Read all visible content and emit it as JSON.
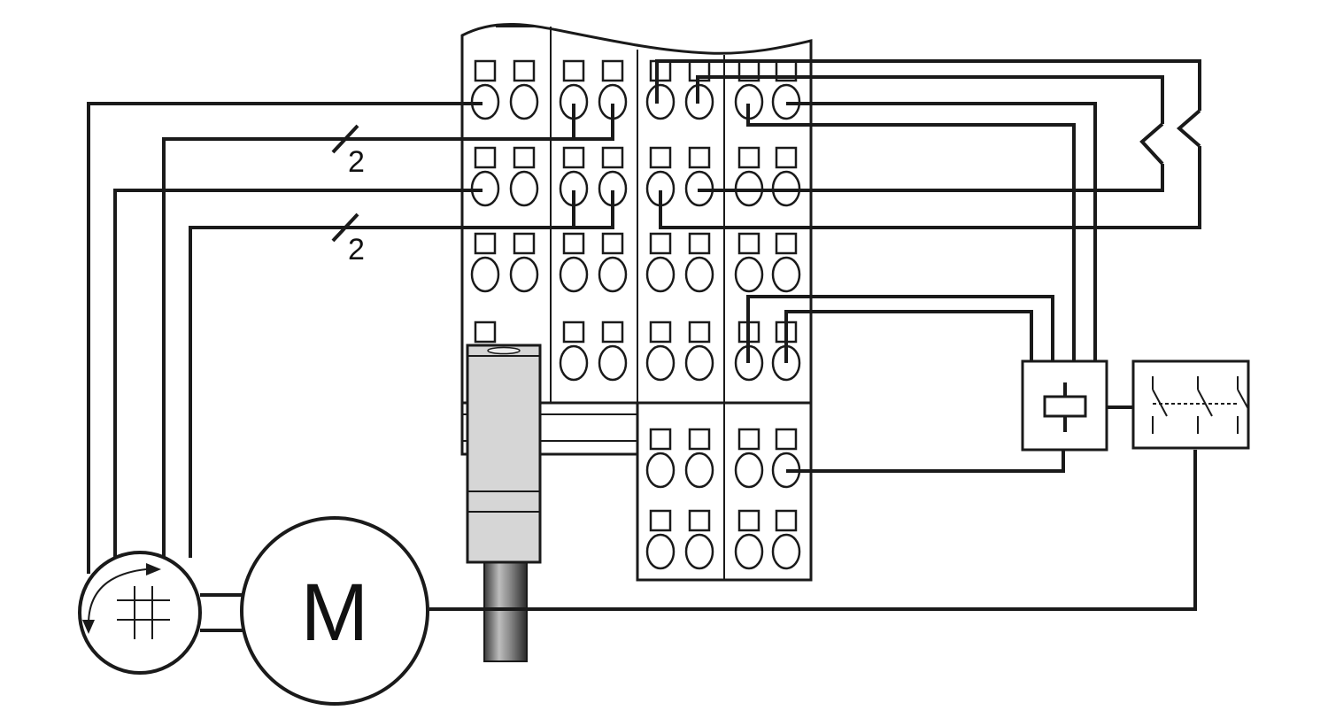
{
  "motor": {
    "label": "M"
  },
  "wire_counts": [
    {
      "value": "2"
    },
    {
      "value": "2"
    }
  ],
  "components": {
    "terminal_block": {
      "icon": "terminal-block-icon"
    },
    "encoder": {
      "icon": "rotary-encoder-icon"
    },
    "relay": {
      "icon": "relay-coil-icon"
    },
    "contactor": {
      "icon": "contactor-switch-icon"
    },
    "switches": {
      "icon": "switch-contacts-icon"
    },
    "cable": {
      "icon": "cable-plug-icon"
    }
  }
}
